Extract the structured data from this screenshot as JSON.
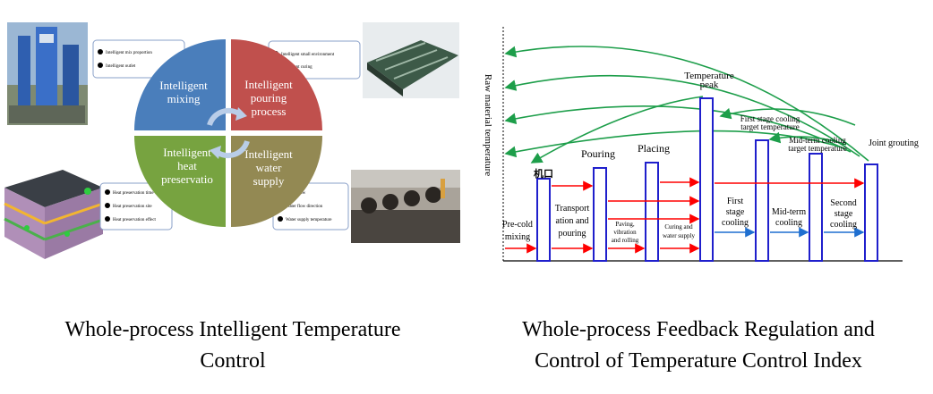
{
  "left": {
    "quadrants": {
      "mixing": [
        "Intelligent",
        "mixing"
      ],
      "pouring": [
        "Intelligent",
        "pouring",
        "process"
      ],
      "heat": [
        "Intelligent",
        "heat",
        "preservatio"
      ],
      "water": [
        "Intelligent",
        "water",
        "supply"
      ]
    },
    "boxes": {
      "mixing": [
        "Intelligent mix proportion",
        "Intelligent outlet"
      ],
      "pouring": [
        "Intelligent small environment",
        "Intelligent curing"
      ],
      "heat": [
        "Heat preservation time",
        "Heat preservation site",
        "Heat preservation effect"
      ],
      "water": [
        "Water flow",
        "Water flow direction",
        "Water supply temperature"
      ]
    },
    "caption_line1": "Whole-process Intelligent Temperature",
    "caption_line2": "Control"
  },
  "right": {
    "y_axis_label": "Raw material temperature",
    "stage_labels": {
      "precold": [
        "Pre-cold",
        "mixing"
      ],
      "transport": [
        "Transport",
        "ation and",
        "pouring"
      ],
      "paving": [
        "Paving,",
        "vibration",
        "and rolling"
      ],
      "curing": [
        "Curing and",
        "water supply"
      ],
      "first": [
        "First",
        "stage",
        "cooling"
      ],
      "mid": [
        "Mid-term",
        "cooling"
      ],
      "second": [
        "Second",
        "stage",
        "cooling"
      ]
    },
    "top_labels": {
      "jikou": "机口",
      "pouring": "Pouring",
      "placing": "Placing",
      "peak": [
        "Temperature",
        "peak"
      ],
      "first_target": [
        "First stage cooling",
        "target temperature"
      ],
      "mid_target": [
        "Mid-term cooling",
        "target temperature"
      ],
      "joint": "Joint grouting"
    },
    "caption_line1": "Whole-process Feedback Regulation and",
    "caption_line2": "Control of Temperature Control Index"
  },
  "colors": {
    "mixing": "#4a7ebb",
    "pouring": "#c0504d",
    "heat": "#77a340",
    "water": "#938953",
    "bar": "#1f1fcc",
    "red_arrow": "#ff0000",
    "blue_arrow": "#1f6fd0",
    "green_arrow": "#1d9e4a"
  },
  "icons": [
    "cycle-arrows-icon",
    "mixing-plant-photo",
    "curing-deck-photo",
    "insulated-block-photo",
    "water-pipe-photo"
  ]
}
